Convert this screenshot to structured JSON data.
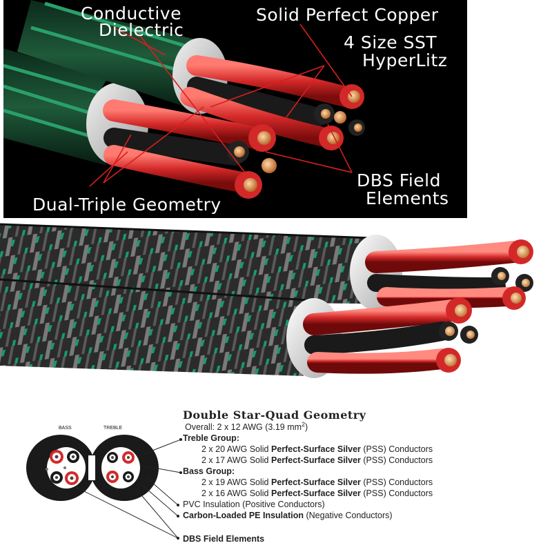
{
  "top_panel": {
    "callouts": {
      "conductive_dielectric_line1": "Conductive",
      "conductive_dielectric_line2": "Dielectric",
      "copper": "Solid Perfect Copper",
      "sst_line1": "4 Size SST",
      "sst_line2": "HyperLitz",
      "dbs_line1": "DBS Field",
      "dbs_line2": "Elements",
      "dual_triple": "Dual-Triple Geometry"
    },
    "colors": {
      "background": "#000000",
      "jacket_green": "#1f7a4a",
      "conductor_red": "#d93030",
      "copper": "#d98a4a",
      "callout_line": "#d61f1f"
    }
  },
  "middle_panel": {
    "colors": {
      "braid_dark": "#2b2b2b",
      "braid_gray": "#7a7a7a",
      "braid_green": "#179c6a"
    }
  },
  "diagram": {
    "group_labels": {
      "bass": "BASS",
      "treble": "TREBLE"
    },
    "title": "Double Star-Quad Geometry",
    "overall_prefix": "Overall: 2 x 12 AWG (3.19 mm",
    "overall_sup": "2",
    "overall_suffix": ")",
    "treble_group_label": "Treble Group",
    "treble_items": [
      {
        "prefix": "2 x 20 AWG Solid ",
        "bold": "Perfect-Surface Silver",
        "suffix": " (PSS) Conductors"
      },
      {
        "prefix": "2 x 17 AWG Solid ",
        "bold": "Perfect-Surface Silver",
        "suffix": " (PSS) Conductors"
      }
    ],
    "bass_group_label": "Bass Group",
    "bass_items": [
      {
        "prefix": "2 x 19 AWG Solid ",
        "bold": "Perfect-Surface Silver",
        "suffix": " (PSS) Conductors"
      },
      {
        "prefix": "2 x 16 AWG Solid ",
        "bold": "Perfect-Surface Silver",
        "suffix": " (PSS) Conductors"
      }
    ],
    "pvc": "PVC Insulation (Positive Conductors)",
    "carbon_bold": "Carbon-Loaded PE Insulation",
    "carbon_rest": " (Negative Conductors)",
    "dbs": "DBS Field Elements"
  }
}
